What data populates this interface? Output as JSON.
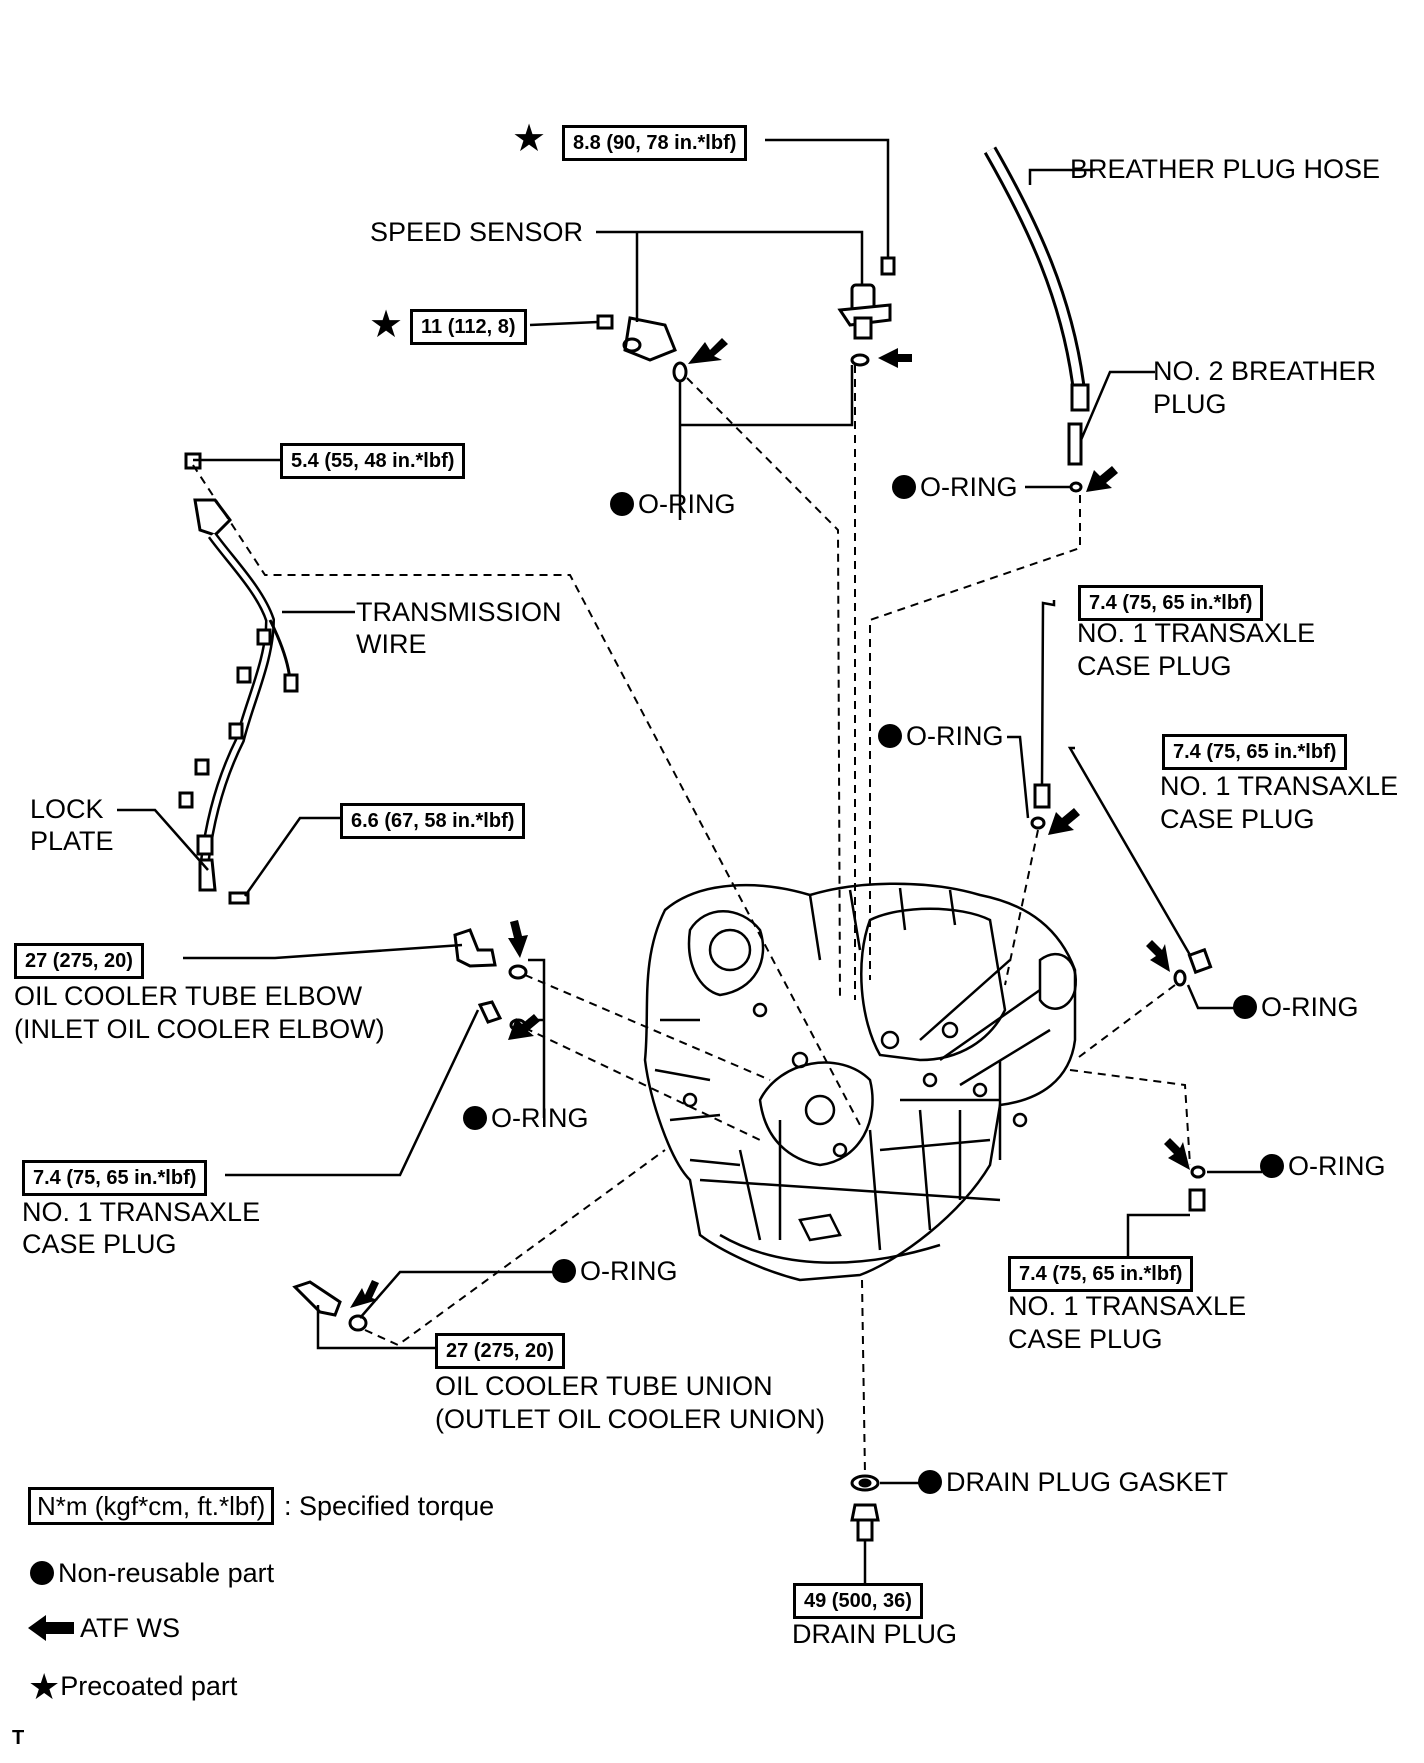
{
  "torques": {
    "speed_sensor_upper": "8.8 (90, 78 in.*lbf)",
    "speed_sensor_lower": "11 (112, 8)",
    "wire_bolt": "5.4 (55, 48 in.*lbf)",
    "lock_plate_bolt": "6.6 (67, 58 in.*lbf)",
    "elbow": "27 (275, 20)",
    "case_plug_left": "7.4 (75, 65 in.*lbf)",
    "case_plug_top": "7.4 (75, 65 in.*lbf)",
    "case_plug_right": "7.4 (75, 65 in.*lbf)",
    "case_plug_bottom_right": "7.4 (75, 65 in.*lbf)",
    "union": "27 (275, 20)",
    "drain_plug": "49 (500, 36)"
  },
  "labels": {
    "speed_sensor": "SPEED SENSOR",
    "breather_hose": "BREATHER PLUG HOSE",
    "no2_breather_1": "NO. 2 BREATHER",
    "no2_breather_2": "PLUG",
    "o_ring": "O-RING",
    "transmission_wire_1": "TRANSMISSION",
    "transmission_wire_2": "WIRE",
    "lock_plate_1": "LOCK",
    "lock_plate_2": "PLATE",
    "case_plug_1": "NO. 1 TRANSAXLE",
    "case_plug_2": "CASE PLUG",
    "elbow_1": "OIL COOLER TUBE ELBOW",
    "elbow_2": "(INLET OIL COOLER ELBOW)",
    "union_1": "OIL COOLER TUBE UNION",
    "union_2": "(OUTLET OIL COOLER UNION)",
    "drain_gasket": "DRAIN PLUG GASKET",
    "drain_plug": "DRAIN PLUG"
  },
  "legend": {
    "torque_unit": "N*m (kgf*cm, ft.*lbf)",
    "torque_desc": ": Specified torque",
    "non_reusable": "Non-reusable part",
    "atf_ws": "ATF WS",
    "precoated": "Precoated part"
  },
  "corner_mark": "T"
}
